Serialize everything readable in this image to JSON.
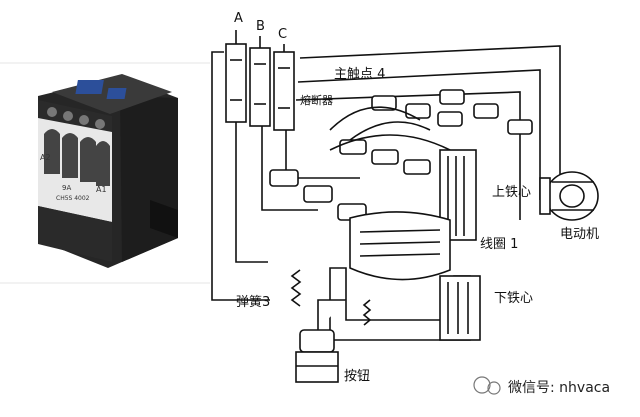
{
  "labels": {
    "terminal_a": "A",
    "terminal_b": "B",
    "terminal_c": "C",
    "main_contacts": "主触点 4",
    "fuse": "熔断器",
    "upper_core": "上铁心",
    "motor": "电动机",
    "coil": "线圈 1",
    "lower_core": "下铁心",
    "spring": "弹簧3",
    "button": "按钮"
  },
  "photo": {
    "face_text_1": "A2",
    "face_text_2": "A1",
    "face_text_3": "9A",
    "face_text_4": "CH5S 4002"
  },
  "watermark": {
    "text": "微信号: nhvaca"
  },
  "colors": {
    "background": "#ffffff",
    "contactor_body": "#2b2b2b",
    "contactor_face": "#ececec",
    "contactor_blue": "#2c4f9a",
    "line": "#111111"
  }
}
